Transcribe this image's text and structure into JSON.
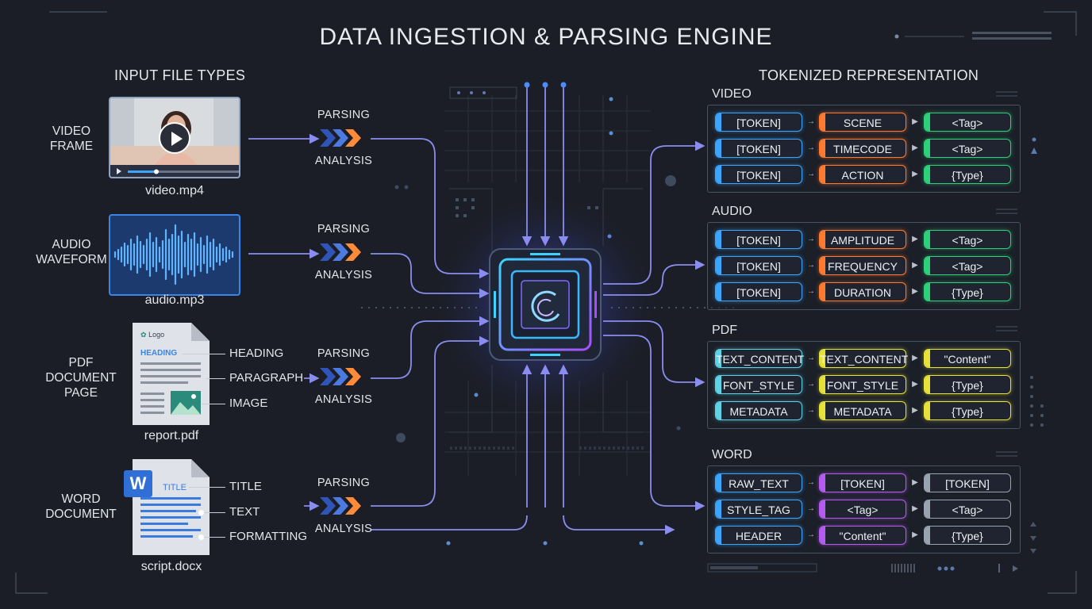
{
  "title": "DATA INGESTION & PARSING ENGINE",
  "left_header": "INPUT FILE TYPES",
  "right_header": "TOKENIZED REPRESENTATION",
  "parsing": {
    "top": "PARSING",
    "bottom": "ANALYSIS"
  },
  "inputs": {
    "video": {
      "label_1": "VIDEO",
      "label_2": "FRAME",
      "file": "video.mp4"
    },
    "audio": {
      "label_1": "AUDIO",
      "label_2": "WAVEFORM",
      "file": "audio.mp3"
    },
    "pdf": {
      "label_1": "PDF",
      "label_2": "DOCUMENT",
      "label_3": "PAGE",
      "file": "report.pdf",
      "logo": "Logo",
      "heading_text": "HEADING",
      "callouts": [
        "HEADING",
        "PARAGRAPH",
        "IMAGE"
      ]
    },
    "word": {
      "label_1": "WORD",
      "label_2": "DOCUMENT",
      "file": "script.docx",
      "w_letter": "W",
      "title_text": "TITLE",
      "callouts": [
        "TITLE",
        "TEXT",
        "FORMATTING"
      ]
    }
  },
  "groups": {
    "video": {
      "title": "VIDEO",
      "rows": [
        [
          "[TOKEN]",
          "SCENE",
          "<Tag>"
        ],
        [
          "[TOKEN]",
          "TIMECODE",
          "<Tag>"
        ],
        [
          "[TOKEN]",
          "ACTION",
          "{Type}"
        ]
      ],
      "colors": [
        "blue",
        "orange",
        "green"
      ]
    },
    "audio": {
      "title": "AUDIO",
      "rows": [
        [
          "[TOKEN]",
          "AMPLITUDE",
          "<Tag>"
        ],
        [
          "[TOKEN]",
          "FREQUENCY",
          "<Tag>"
        ],
        [
          "[TOKEN]",
          "DURATION",
          "{Type}"
        ]
      ],
      "colors": [
        "blue",
        "orange",
        "green"
      ]
    },
    "pdf": {
      "title": "PDF",
      "rows": [
        [
          "TEXT_CONTENT",
          "TEXT_CONTENT",
          "\"Content\""
        ],
        [
          "FONT_STYLE",
          "FONT_STYLE",
          "{Type}"
        ],
        [
          "METADATA",
          "METADATA",
          "{Type}"
        ]
      ],
      "colors": [
        "cyan",
        "yellow",
        "yellow"
      ]
    },
    "word": {
      "title": "WORD",
      "rows": [
        [
          "RAW_TEXT",
          "[TOKEN]",
          "[TOKEN]"
        ],
        [
          "STYLE_TAG",
          "<Tag>",
          "<Tag>"
        ],
        [
          "HEADER",
          "\"Content\"",
          "{Type}"
        ]
      ],
      "colors": [
        "blue",
        "purple",
        "gray"
      ]
    }
  }
}
